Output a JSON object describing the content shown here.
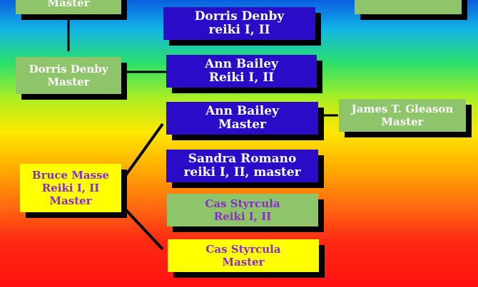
{
  "nodes": {
    "top_left": {
      "line1": "Master"
    },
    "dorris_master": {
      "line1": "Dorris Denby",
      "line2": "Master"
    },
    "bruce": {
      "line1": "Bruce Masse",
      "line2": "Reiki I, II",
      "line3": "Master"
    },
    "dorris_reiki": {
      "line1": "Dorris Denby",
      "line2": "reiki I, II"
    },
    "ann_reiki": {
      "line1": "Ann Bailey",
      "line2": "Reiki I, II"
    },
    "ann_master": {
      "line1": "Ann Bailey",
      "line2": "Master"
    },
    "sandra": {
      "line1": "Sandra Romano",
      "line2": "reiki I, II, master"
    },
    "cas_reiki": {
      "line1": "Cas Styrcula",
      "line2": "Reiki I, II"
    },
    "cas_master": {
      "line1": "Cas Styrcula",
      "line2": "Master"
    },
    "james": {
      "line1": "James T. Gleason",
      "line2": "Master"
    }
  },
  "colors": {
    "blue": "#2a0cc8",
    "green": "#8ec46a",
    "yellow": "#ffff00",
    "purple_text": "#8a2bd0"
  }
}
